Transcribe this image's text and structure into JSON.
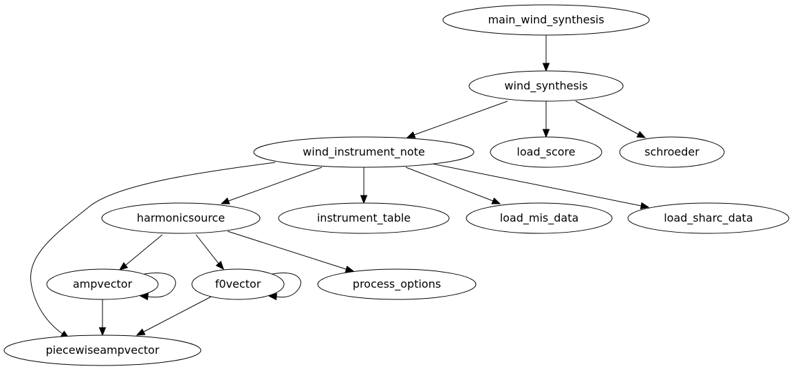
{
  "graph": {
    "nodes": [
      {
        "id": "main_wind_synthesis",
        "label": "main_wind_synthesis"
      },
      {
        "id": "wind_synthesis",
        "label": "wind_synthesis"
      },
      {
        "id": "wind_instrument_note",
        "label": "wind_instrument_note"
      },
      {
        "id": "load_score",
        "label": "load_score"
      },
      {
        "id": "schroeder",
        "label": "schroeder"
      },
      {
        "id": "harmonicsource",
        "label": "harmonicsource"
      },
      {
        "id": "instrument_table",
        "label": "instrument_table"
      },
      {
        "id": "load_mis_data",
        "label": "load_mis_data"
      },
      {
        "id": "load_sharc_data",
        "label": "load_sharc_data"
      },
      {
        "id": "ampvector",
        "label": "ampvector"
      },
      {
        "id": "f0vector",
        "label": "f0vector"
      },
      {
        "id": "process_options",
        "label": "process_options"
      },
      {
        "id": "piecewiseampvector",
        "label": "piecewiseampvector"
      }
    ],
    "edges": [
      {
        "from": "main_wind_synthesis",
        "to": "wind_synthesis"
      },
      {
        "from": "wind_synthesis",
        "to": "wind_instrument_note"
      },
      {
        "from": "wind_synthesis",
        "to": "load_score"
      },
      {
        "from": "wind_synthesis",
        "to": "schroeder"
      },
      {
        "from": "wind_instrument_note",
        "to": "harmonicsource"
      },
      {
        "from": "wind_instrument_note",
        "to": "instrument_table"
      },
      {
        "from": "wind_instrument_note",
        "to": "load_mis_data"
      },
      {
        "from": "wind_instrument_note",
        "to": "load_sharc_data"
      },
      {
        "from": "wind_instrument_note",
        "to": "piecewiseampvector"
      },
      {
        "from": "harmonicsource",
        "to": "ampvector"
      },
      {
        "from": "harmonicsource",
        "to": "f0vector"
      },
      {
        "from": "harmonicsource",
        "to": "process_options"
      },
      {
        "from": "ampvector",
        "to": "ampvector"
      },
      {
        "from": "ampvector",
        "to": "piecewiseampvector"
      },
      {
        "from": "f0vector",
        "to": "f0vector"
      },
      {
        "from": "f0vector",
        "to": "piecewiseampvector"
      }
    ]
  }
}
